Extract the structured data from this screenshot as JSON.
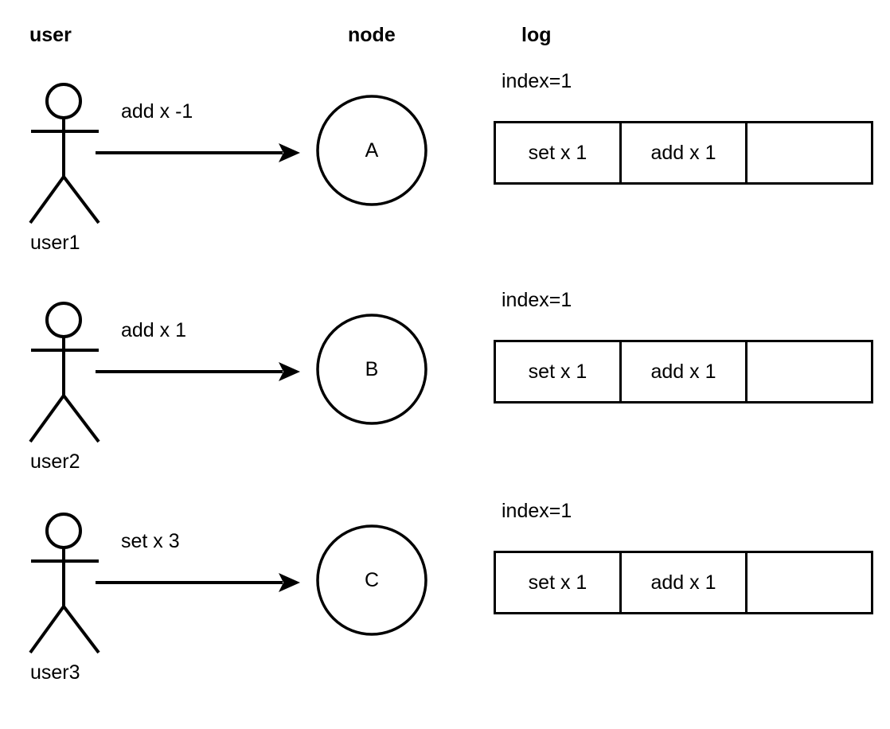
{
  "headers": {
    "user": "user",
    "node": "node",
    "log": "log"
  },
  "rows": [
    {
      "actor": {
        "label": "user1",
        "icon": "stick-figure-icon"
      },
      "edge": {
        "label": "add x -1",
        "icon": "arrow-right-icon"
      },
      "node": {
        "letter": "A",
        "shape": "circle"
      },
      "log": {
        "index_label": "index=1",
        "cells": [
          "set x 1",
          "add x 1",
          ""
        ]
      }
    },
    {
      "actor": {
        "label": "user2",
        "icon": "stick-figure-icon"
      },
      "edge": {
        "label": "add x 1",
        "icon": "arrow-right-icon"
      },
      "node": {
        "letter": "B",
        "shape": "circle"
      },
      "log": {
        "index_label": "index=1",
        "cells": [
          "set x 1",
          "add x 1",
          ""
        ]
      }
    },
    {
      "actor": {
        "label": "user3",
        "icon": "stick-figure-icon"
      },
      "edge": {
        "label": "set x 3",
        "icon": "arrow-right-icon"
      },
      "node": {
        "letter": "C",
        "shape": "circle"
      },
      "log": {
        "index_label": "index=1",
        "cells": [
          "set x 1",
          "add x 1",
          ""
        ]
      }
    }
  ],
  "colors": {
    "stroke": "#000000",
    "background": "#ffffff",
    "text": "#000000"
  }
}
